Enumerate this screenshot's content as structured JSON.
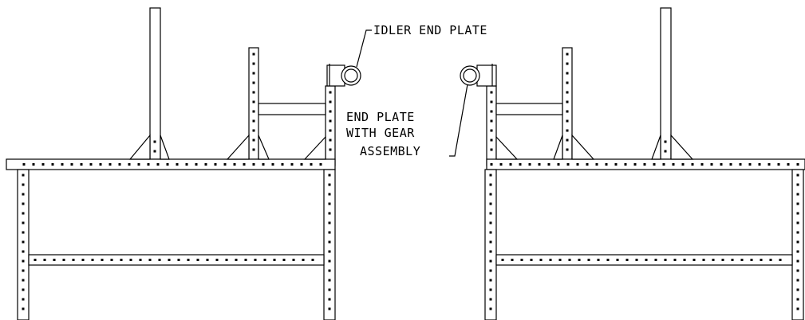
{
  "labels": {
    "idler_end_plate": "IDLER END PLATE",
    "end_plate_line1": "END PLATE",
    "end_plate_line2": "WITH GEAR",
    "end_plate_line3": "ASSEMBLY"
  },
  "colors": {
    "line": "#000000",
    "background": "#ffffff"
  }
}
